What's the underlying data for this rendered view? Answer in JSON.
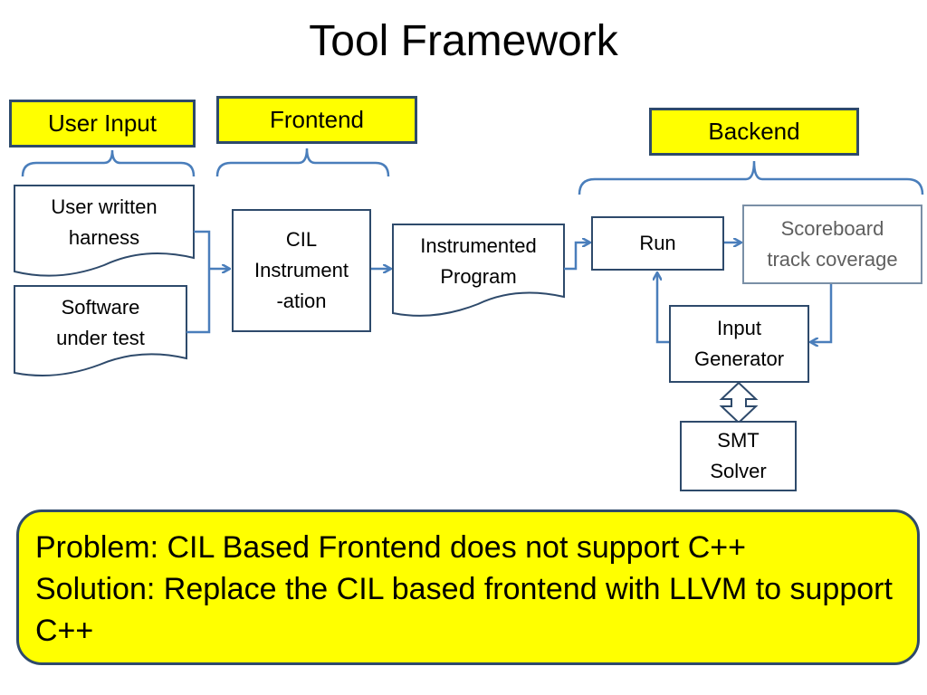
{
  "title": "Tool Framework",
  "tags": {
    "user_input": "User Input",
    "frontend": "Frontend",
    "backend": "Backend"
  },
  "nodes": {
    "user_harness": "User written\nharness",
    "software": "Software\nunder test",
    "cil": "CIL\nInstrument\n-ation",
    "instrumented": "Instrumented\nProgram",
    "run": "Run",
    "scoreboard": "Scoreboard\ntrack coverage",
    "input_generator": "Input\nGenerator",
    "smt_solver": "SMT\nSolver"
  },
  "note": {
    "problem": "Problem: CIL Based Frontend does not support C++",
    "solution": "Solution: Replace the CIL based frontend with LLVM to support C++"
  },
  "colors": {
    "accent": "#ffff00",
    "border": "#2e4a6b",
    "connector": "#4a7ebb"
  }
}
